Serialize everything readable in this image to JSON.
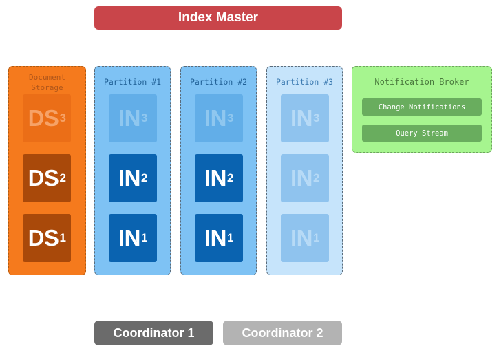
{
  "index_master": "Index Master",
  "document_storage": {
    "title_line1": "Document",
    "title_line2": "Storage",
    "tiles": [
      {
        "prefix": "DS",
        "sub": "3"
      },
      {
        "prefix": "DS",
        "sub": "2"
      },
      {
        "prefix": "DS",
        "sub": "1"
      }
    ]
  },
  "partitions": [
    {
      "title": "Partition #1",
      "tiles": [
        {
          "prefix": "IN",
          "sub": "3"
        },
        {
          "prefix": "IN",
          "sub": "2"
        },
        {
          "prefix": "IN",
          "sub": "1"
        }
      ]
    },
    {
      "title": "Partition #2",
      "tiles": [
        {
          "prefix": "IN",
          "sub": "3"
        },
        {
          "prefix": "IN",
          "sub": "2"
        },
        {
          "prefix": "IN",
          "sub": "1"
        }
      ]
    },
    {
      "title": "Partition #3",
      "tiles": [
        {
          "prefix": "IN",
          "sub": "3"
        },
        {
          "prefix": "IN",
          "sub": "2"
        },
        {
          "prefix": "IN",
          "sub": "1"
        }
      ]
    }
  ],
  "notification_broker": {
    "title": "Notification Broker",
    "change_notifications": "Change Notifications",
    "query_stream": "Query Stream"
  },
  "coordinators": [
    "Coordinator 1",
    "Coordinator 2"
  ],
  "colors": {
    "index_master": "#c9454a",
    "document_storage": "#f57a1d",
    "partition_active": "#7ec2f4",
    "partition_inactive": "#c6e4fb",
    "notification_broker": "#a6f58f",
    "coordinator_active": "#6b6b6b",
    "coordinator_inactive": "#b3b3b3"
  }
}
